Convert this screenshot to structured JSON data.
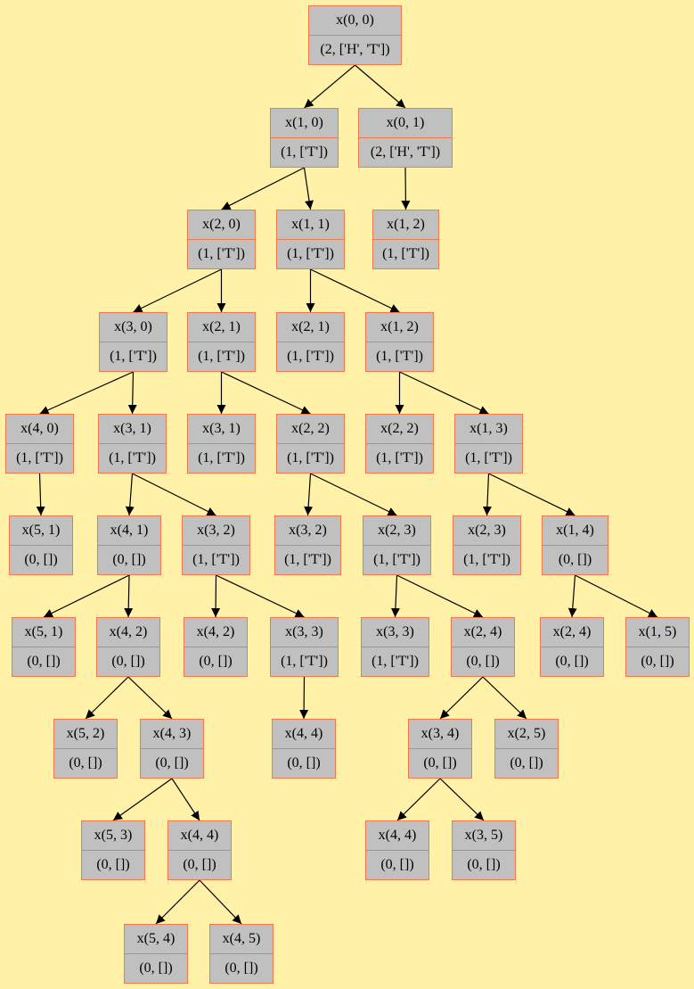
{
  "nodes": [
    {
      "id": "n0",
      "label": "x(0, 0)",
      "value": "(2, ['H', 'T'])"
    },
    {
      "id": "n1",
      "label": "x(1, 0)",
      "value": "(1, ['T'])"
    },
    {
      "id": "n2",
      "label": "x(0, 1)",
      "value": "(2, ['H', 'T'])"
    },
    {
      "id": "n3",
      "label": "x(2, 0)",
      "value": "(1, ['T'])"
    },
    {
      "id": "n4",
      "label": "x(1, 1)",
      "value": "(1, ['T'])"
    },
    {
      "id": "n5",
      "label": "x(1, 2)",
      "value": "(1, ['T'])"
    },
    {
      "id": "n6",
      "label": "x(3, 0)",
      "value": "(1, ['T'])"
    },
    {
      "id": "n7",
      "label": "x(2, 1)",
      "value": "(1, ['T'])"
    },
    {
      "id": "n8",
      "label": "x(2, 1)",
      "value": "(1, ['T'])"
    },
    {
      "id": "n9",
      "label": "x(1, 2)",
      "value": "(1, ['T'])"
    },
    {
      "id": "n10",
      "label": "x(4, 0)",
      "value": "(1, ['T'])"
    },
    {
      "id": "n11",
      "label": "x(3, 1)",
      "value": "(1, ['T'])"
    },
    {
      "id": "n12",
      "label": "x(3, 1)",
      "value": "(1, ['T'])"
    },
    {
      "id": "n13",
      "label": "x(2, 2)",
      "value": "(1, ['T'])"
    },
    {
      "id": "n14",
      "label": "x(2, 2)",
      "value": "(1, ['T'])"
    },
    {
      "id": "n15",
      "label": "x(1, 3)",
      "value": "(1, ['T'])"
    },
    {
      "id": "n16",
      "label": "x(5, 1)",
      "value": "(0, [])"
    },
    {
      "id": "n17",
      "label": "x(4, 1)",
      "value": "(0, [])"
    },
    {
      "id": "n18",
      "label": "x(3, 2)",
      "value": "(1, ['T'])"
    },
    {
      "id": "n19",
      "label": "x(3, 2)",
      "value": "(1, ['T'])"
    },
    {
      "id": "n20",
      "label": "x(2, 3)",
      "value": "(1, ['T'])"
    },
    {
      "id": "n21",
      "label": "x(2, 3)",
      "value": "(1, ['T'])"
    },
    {
      "id": "n22",
      "label": "x(1, 4)",
      "value": "(0, [])"
    },
    {
      "id": "n23",
      "label": "x(5, 1)",
      "value": "(0, [])"
    },
    {
      "id": "n24",
      "label": "x(4, 2)",
      "value": "(0, [])"
    },
    {
      "id": "n25",
      "label": "x(4, 2)",
      "value": "(0, [])"
    },
    {
      "id": "n26",
      "label": "x(3, 3)",
      "value": "(1, ['T'])"
    },
    {
      "id": "n27",
      "label": "x(3, 3)",
      "value": "(1, ['T'])"
    },
    {
      "id": "n28",
      "label": "x(2, 4)",
      "value": "(0, [])"
    },
    {
      "id": "n29",
      "label": "x(2, 4)",
      "value": "(0, [])"
    },
    {
      "id": "n30",
      "label": "x(1, 5)",
      "value": "(0, [])"
    },
    {
      "id": "n31",
      "label": "x(5, 2)",
      "value": "(0, [])"
    },
    {
      "id": "n32",
      "label": "x(4, 3)",
      "value": "(0, [])"
    },
    {
      "id": "n33",
      "label": "x(4, 4)",
      "value": "(0, [])"
    },
    {
      "id": "n34",
      "label": "x(3, 4)",
      "value": "(0, [])"
    },
    {
      "id": "n35",
      "label": "x(2, 5)",
      "value": "(0, [])"
    },
    {
      "id": "n36",
      "label": "x(5, 3)",
      "value": "(0, [])"
    },
    {
      "id": "n37",
      "label": "x(4, 4)",
      "value": "(0, [])"
    },
    {
      "id": "n38",
      "label": "x(4, 4)",
      "value": "(0, [])"
    },
    {
      "id": "n39",
      "label": "x(3, 5)",
      "value": "(0, [])"
    },
    {
      "id": "n40",
      "label": "x(5, 4)",
      "value": "(0, [])"
    },
    {
      "id": "n41",
      "label": "x(4, 5)",
      "value": "(0, [])"
    }
  ],
  "edges": [
    [
      "n0",
      "n1"
    ],
    [
      "n0",
      "n2"
    ],
    [
      "n1",
      "n3"
    ],
    [
      "n1",
      "n4"
    ],
    [
      "n2",
      "n5"
    ],
    [
      "n3",
      "n6"
    ],
    [
      "n3",
      "n7"
    ],
    [
      "n4",
      "n8"
    ],
    [
      "n4",
      "n9"
    ],
    [
      "n6",
      "n10"
    ],
    [
      "n6",
      "n11"
    ],
    [
      "n7",
      "n12"
    ],
    [
      "n7",
      "n13"
    ],
    [
      "n9",
      "n14"
    ],
    [
      "n9",
      "n15"
    ],
    [
      "n10",
      "n16"
    ],
    [
      "n11",
      "n17"
    ],
    [
      "n11",
      "n18"
    ],
    [
      "n13",
      "n19"
    ],
    [
      "n13",
      "n20"
    ],
    [
      "n15",
      "n21"
    ],
    [
      "n15",
      "n22"
    ],
    [
      "n17",
      "n23"
    ],
    [
      "n17",
      "n24"
    ],
    [
      "n18",
      "n25"
    ],
    [
      "n18",
      "n26"
    ],
    [
      "n20",
      "n27"
    ],
    [
      "n20",
      "n28"
    ],
    [
      "n22",
      "n29"
    ],
    [
      "n22",
      "n30"
    ],
    [
      "n24",
      "n31"
    ],
    [
      "n24",
      "n32"
    ],
    [
      "n26",
      "n33"
    ],
    [
      "n28",
      "n34"
    ],
    [
      "n28",
      "n35"
    ],
    [
      "n32",
      "n36"
    ],
    [
      "n32",
      "n37"
    ],
    [
      "n34",
      "n38"
    ],
    [
      "n34",
      "n39"
    ],
    [
      "n37",
      "n40"
    ],
    [
      "n37",
      "n41"
    ]
  ],
  "colors": {
    "background": "#fff2a8",
    "node_fill": "#c0c0c0",
    "node_border": "#f0784a",
    "edge": "#000000"
  }
}
